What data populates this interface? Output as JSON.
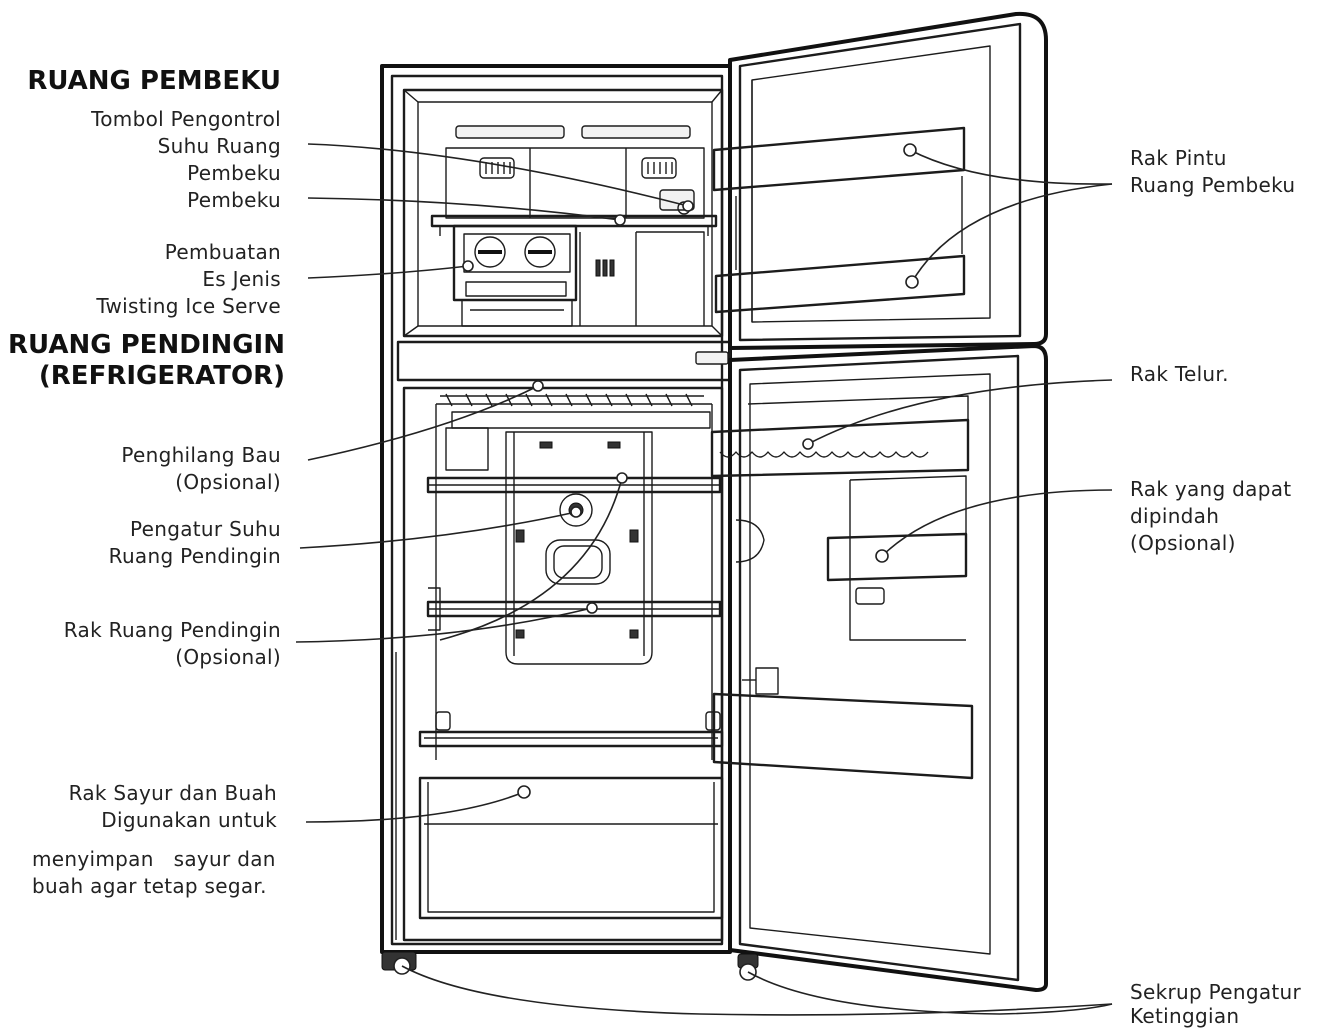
{
  "headings": {
    "freezer": "RUANG PEMBEKU",
    "fridge": "RUANG PENDINGIN\n(REFRIGERATOR)"
  },
  "labels": {
    "freezer_temp_control": "Tombol Pengontrol\nSuhu Ruang\nPembeku",
    "freezer": "Pembeku",
    "ice_maker": "Pembuatan\nEs Jenis\nTwisting Ice Serve",
    "deodorizer": "Penghilang Bau\n(Opsional)",
    "fridge_temp_control": "Pengatur Suhu\nRuang Pendingin",
    "fridge_shelf": "Rak Ruang Pendingin\n(Opsional)",
    "vegetable_drawer": "Rak Sayur dan Buah\nDigunakan untuk",
    "vegetable_drawer_desc": "menyimpan   sayur dan\nbuah agar tetap segar.",
    "freezer_door_rack": "Rak Pintu\nRuang Pembeku",
    "egg_tray": "Rak Telur.",
    "movable_rack": "Rak yang dapat\ndipindah\n(Opsional)",
    "leveling_screw": "Sekrup Pengatur\nKetinggian"
  }
}
